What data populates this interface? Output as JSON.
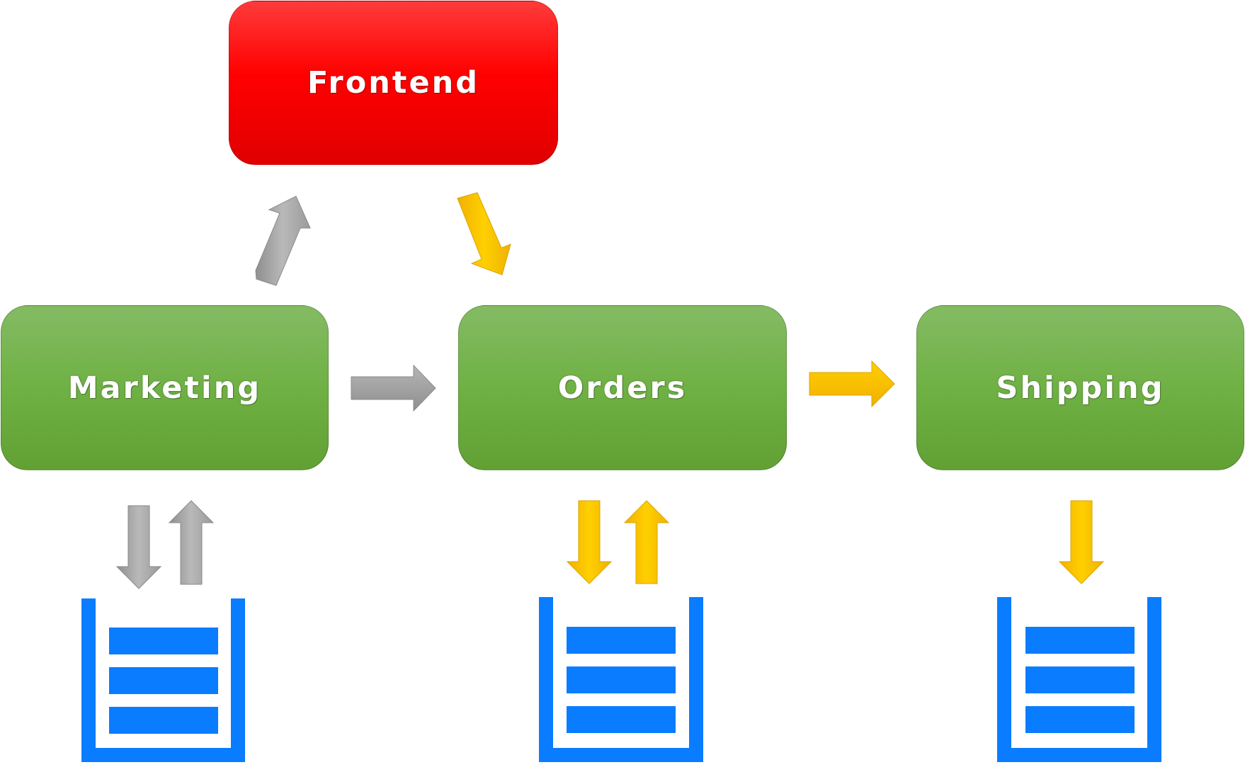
{
  "nodes": {
    "frontend": {
      "label": "Frontend"
    },
    "marketing": {
      "label": "Marketing"
    },
    "orders": {
      "label": "Orders"
    },
    "shipping": {
      "label": "Shipping"
    }
  },
  "colors": {
    "service_green": "#6fb144",
    "frontend_red": "#ff0000",
    "queue_blue": "#0a7cff",
    "arrow_gray": "#a6a6a6",
    "arrow_yellow": "#ffc000"
  },
  "icons": [
    "queue-icon",
    "arrow-right-icon",
    "arrow-up-icon",
    "arrow-down-icon"
  ]
}
